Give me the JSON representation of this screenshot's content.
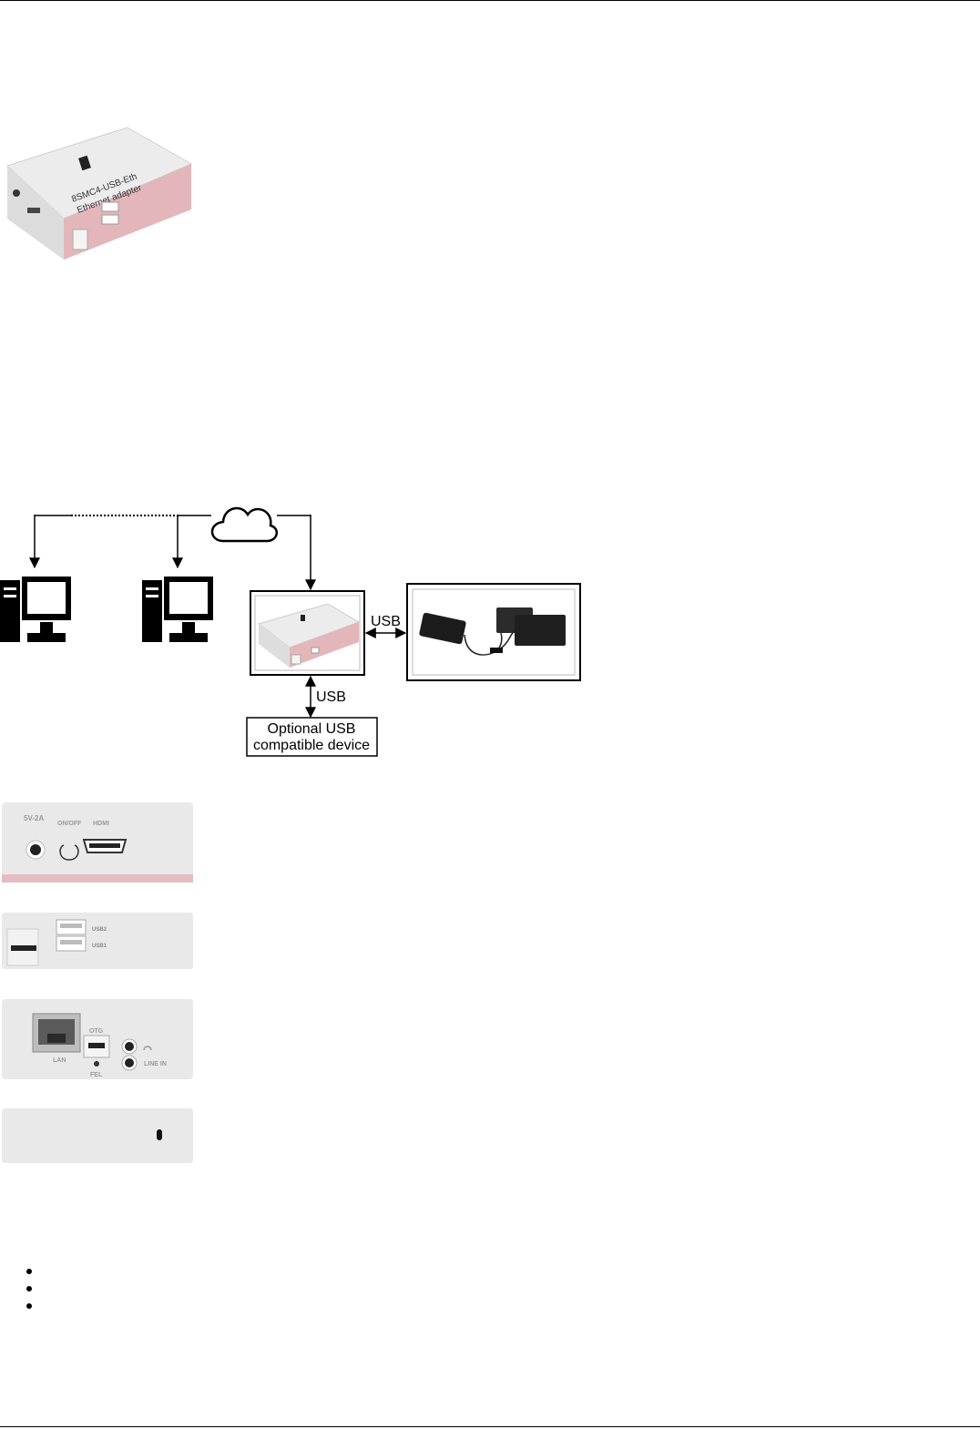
{
  "device": {
    "name": "8SMC4-USB-Eth",
    "subtitle": "Ethernet adapter",
    "usb2_label": "USB2",
    "usb1_label": "USB1"
  },
  "diagram": {
    "usb_horizontal_label": "USB",
    "usb_vertical_label": "USB",
    "optional_box_line1": "Optional USB",
    "optional_box_line2": "compatible device"
  },
  "panels": {
    "front": {
      "power_label": "5V-2A",
      "onoff_label": "ON/OFF",
      "hdmi_label": "HDMI"
    },
    "side_usb": {
      "usb2_label": "USB2",
      "usb1_label": "USB1"
    },
    "rear": {
      "otg_label": "OTG",
      "lan_label": "LAN",
      "fel_label": "FEL",
      "linein_label": "LINE IN"
    }
  },
  "bullets": [
    "",
    "",
    ""
  ],
  "colors": {
    "device_body": "#e8e6e6",
    "device_base": "#e8c2c6",
    "line": "#000000"
  }
}
